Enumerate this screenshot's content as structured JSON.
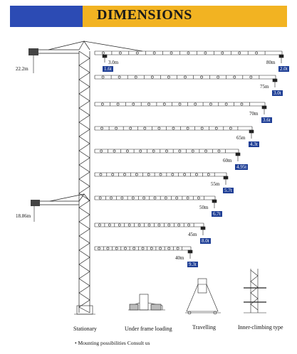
{
  "title": "DIMENSIONS",
  "tower": {
    "height_top": "22.2m",
    "height_bottom": "18.86m"
  },
  "jibs": [
    {
      "length": "80m",
      "load": "2.0t",
      "tip_load": "1.6t",
      "tip_span": "3.0m"
    },
    {
      "length": "75m",
      "load": "3.0t"
    },
    {
      "length": "70m",
      "load": "3.6t"
    },
    {
      "length": "65m",
      "load": "4.3t"
    },
    {
      "length": "60m",
      "load": "4.95t"
    },
    {
      "length": "55m",
      "load": "5.7t"
    },
    {
      "length": "50m",
      "load": "6.7t"
    },
    {
      "length": "45m",
      "load": "8.0t"
    },
    {
      "length": "40m",
      "load": "9.3t"
    }
  ],
  "installation_types": [
    "Stationary",
    "Under frame loading",
    "Travelling",
    "Inner-climbing type"
  ],
  "note": "Mounting possibilities Consult us"
}
